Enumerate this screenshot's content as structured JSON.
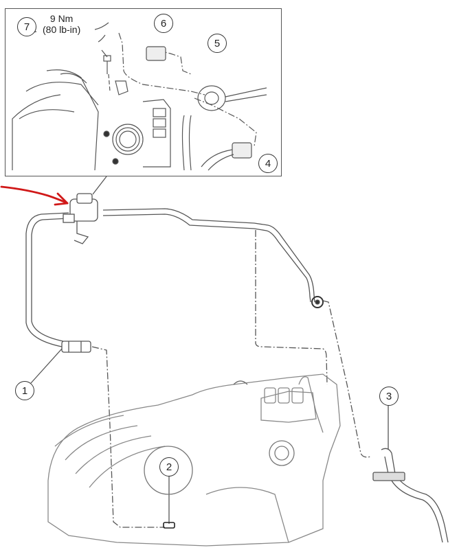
{
  "diagram": {
    "type": "service-manual-exploded-view",
    "subject": "Engine intake / vacuum line assembly with inset detail of throttle body area",
    "inset": {
      "torque_spec": {
        "metric": "9 Nm",
        "imperial": "(80 lb-in)"
      },
      "callouts": [
        {
          "id": "7",
          "label": "7"
        },
        {
          "id": "6",
          "label": "6"
        },
        {
          "id": "5",
          "label": "5"
        },
        {
          "id": "4",
          "label": "4"
        }
      ]
    },
    "main": {
      "callouts": [
        {
          "id": "1",
          "label": "1"
        },
        {
          "id": "2",
          "label": "2"
        },
        {
          "id": "3",
          "label": "3"
        }
      ]
    },
    "annotation": {
      "type": "hand-drawn-arrow",
      "color": "#d01818",
      "points_to": "valve-component-on-line"
    },
    "colors": {
      "line": "#444444",
      "border": "#555555",
      "background": "#ffffff"
    }
  }
}
